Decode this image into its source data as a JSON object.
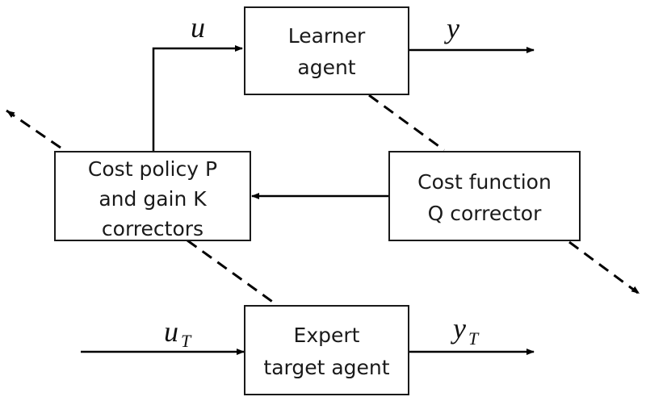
{
  "blocks": {
    "learner": {
      "lines": [
        "Learner",
        "agent"
      ]
    },
    "cost_policy": {
      "lines": [
        "Cost policy P",
        "and gain K",
        "correctors"
      ]
    },
    "cost_function": {
      "lines": [
        "Cost function",
        "Q corrector"
      ]
    },
    "expert": {
      "lines": [
        "Expert",
        "target agent"
      ]
    }
  },
  "signals": {
    "u": {
      "main": "u"
    },
    "y": {
      "main": "y"
    },
    "u_T": {
      "main": "u",
      "sub": "T"
    },
    "y_T": {
      "main": "y",
      "sub": "T"
    }
  }
}
